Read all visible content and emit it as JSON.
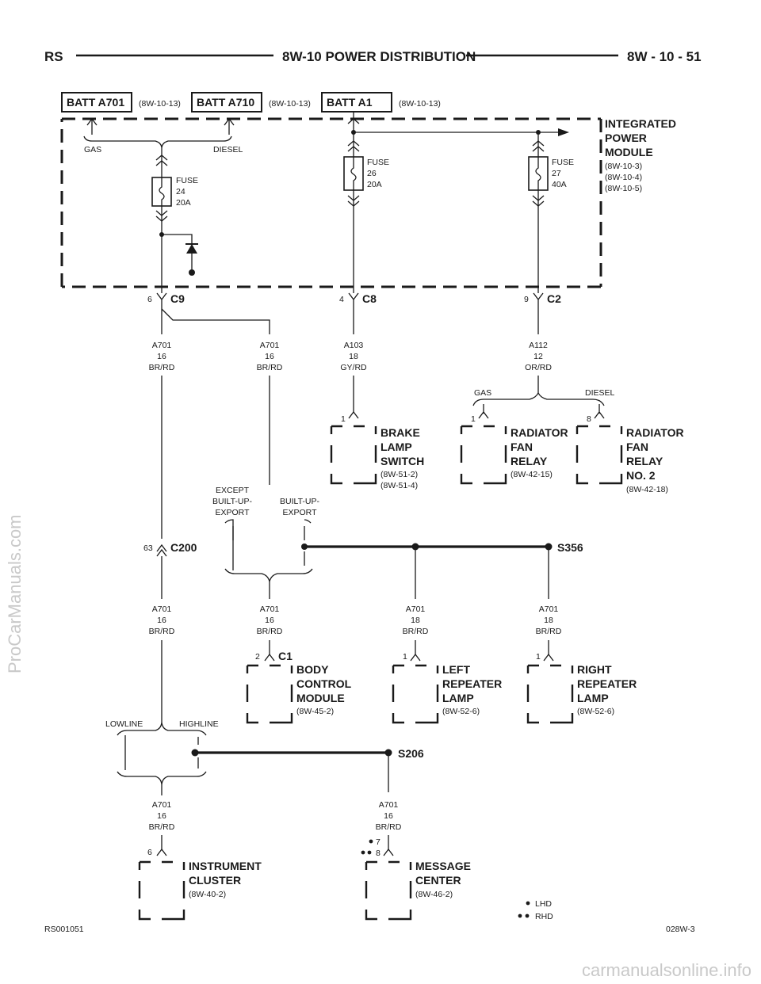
{
  "header": {
    "left": "RS",
    "title": "8W-10 POWER DISTRIBUTION",
    "page": "8W - 10 - 51"
  },
  "sources": [
    {
      "label": "BATT A701",
      "ref": "(8W-10-13)"
    },
    {
      "label": "BATT A710",
      "ref": "(8W-10-13)"
    },
    {
      "label": "BATT A1",
      "ref": "(8W-10-13)"
    }
  ],
  "ipm": {
    "title": [
      "INTEGRATED",
      "POWER",
      "MODULE"
    ],
    "refs": [
      "(8W-10-3)",
      "(8W-10-4)",
      "(8W-10-5)"
    ],
    "gas": "GAS",
    "diesel": "DIESEL",
    "fuses": [
      {
        "l1": "FUSE",
        "l2": "24",
        "l3": "20A"
      },
      {
        "l1": "FUSE",
        "l2": "26",
        "l3": "20A"
      },
      {
        "l1": "FUSE",
        "l2": "27",
        "l3": "40A"
      }
    ]
  },
  "connectors": {
    "c9": {
      "pin": "6",
      "name": "C9"
    },
    "c8": {
      "pin": "4",
      "name": "C8"
    },
    "c2": {
      "pin": "9",
      "name": "C2"
    },
    "c200": {
      "pin": "63",
      "name": "C200"
    },
    "c1": {
      "pin": "2",
      "name": "C1"
    }
  },
  "wires": {
    "w1": [
      "A701",
      "16",
      "BR/RD"
    ],
    "w2": [
      "A701",
      "16",
      "BR/RD"
    ],
    "w3": [
      "A103",
      "18",
      "GY/RD"
    ],
    "w4": [
      "A112",
      "12",
      "OR/RD"
    ],
    "w5": [
      "A701",
      "16",
      "BR/RD"
    ],
    "w6": [
      "A701",
      "16",
      "BR/RD"
    ],
    "w7": [
      "A701",
      "18",
      "BR/RD"
    ],
    "w8": [
      "A701",
      "18",
      "BR/RD"
    ],
    "w9": [
      "A701",
      "16",
      "BR/RD"
    ],
    "w10": [
      "A701",
      "16",
      "BR/RD"
    ]
  },
  "rad_split": {
    "gas": "GAS",
    "diesel": "DIESEL"
  },
  "options": {
    "except": [
      "EXCEPT",
      "BUILT-UP-",
      "EXPORT"
    ],
    "builtup": [
      "BUILT-UP-",
      "EXPORT"
    ],
    "lowline": "LOWLINE",
    "highline": "HIGHLINE"
  },
  "splices": {
    "s356": "S356",
    "s206": "S206"
  },
  "components": {
    "brake": {
      "pin": "1",
      "name": [
        "BRAKE",
        "LAMP",
        "SWITCH"
      ],
      "refs": [
        "(8W-51-2)",
        "(8W-51-4)"
      ]
    },
    "rad1": {
      "pin": "1",
      "name": [
        "RADIATOR",
        "FAN",
        "RELAY"
      ],
      "refs": [
        "(8W-42-15)"
      ]
    },
    "rad2": {
      "pin": "8",
      "name": [
        "RADIATOR",
        "FAN",
        "RELAY",
        "NO. 2"
      ],
      "refs": [
        "(8W-42-18)"
      ]
    },
    "bcm": {
      "name": [
        "BODY",
        "CONTROL",
        "MODULE"
      ],
      "refs": [
        "(8W-45-2)"
      ]
    },
    "lrep": {
      "pin": "1",
      "name": [
        "LEFT",
        "REPEATER",
        "LAMP"
      ],
      "refs": [
        "(8W-52-6)"
      ]
    },
    "rrep": {
      "pin": "1",
      "name": [
        "RIGHT",
        "REPEATER",
        "LAMP"
      ],
      "refs": [
        "(8W-52-6)"
      ]
    },
    "cluster": {
      "pin": "6",
      "name": [
        "INSTRUMENT",
        "CLUSTER"
      ],
      "refs": [
        "(8W-40-2)"
      ]
    },
    "msg": {
      "pin1": "7",
      "pin2": "8",
      "name": [
        "MESSAGE",
        "CENTER"
      ],
      "refs": [
        "(8W-46-2)"
      ]
    }
  },
  "legend": {
    "lhd": "LHD",
    "rhd": "RHD"
  },
  "footer": {
    "left": "RS001051",
    "right": "028W-3"
  },
  "watermarks": {
    "side": "ProCarManuals.com",
    "bottom": "carmanualsonline.info"
  }
}
